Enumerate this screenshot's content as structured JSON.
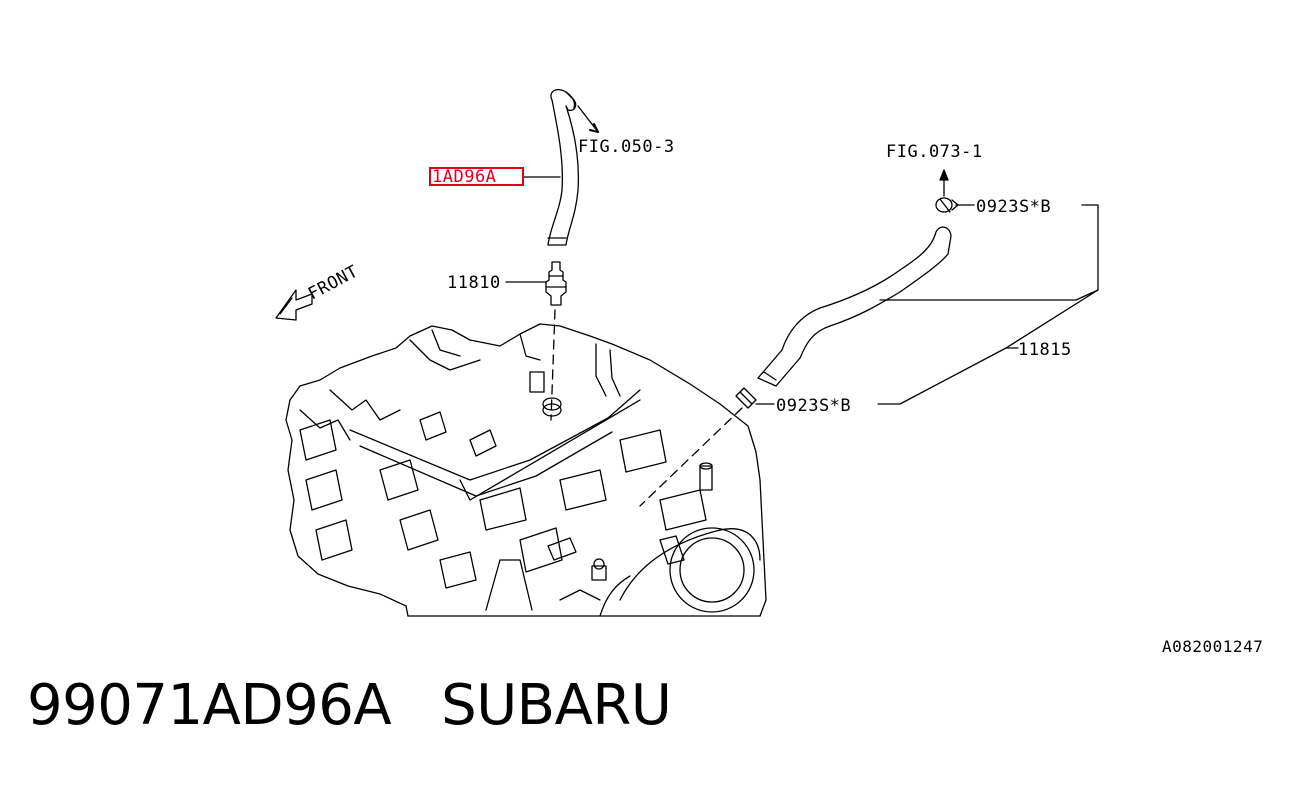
{
  "diagram": {
    "image_id": "A082001247",
    "front_label": "FRONT",
    "highlight_color": "#e0001b",
    "callouts": {
      "highlighted_part": "1AD96A",
      "fig_050": "FIG.050-3",
      "fig_073": "FIG.073-1",
      "pcv_valve": "11810",
      "hose_assembly": "11815",
      "clamp_upper": "0923S*B",
      "clamp_lower": "0923S*B"
    }
  },
  "caption": {
    "part_number": "99071AD96A",
    "brand": "SUBARU"
  }
}
